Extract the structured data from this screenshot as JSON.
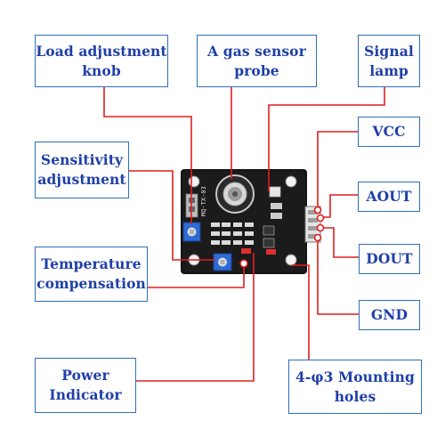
{
  "labels": {
    "load_adjustment_knob": "Load adjustment\nknob",
    "gas_sensor_probe": "A gas sensor\nprobe",
    "signal_lamp": "Signal\nlamp",
    "sensitivity_adjustment": "Sensitivity\nadjustment",
    "vcc": "VCC",
    "aout": "AOUT",
    "temperature_compensation": "Temperature\ncompensation",
    "dout": "DOUT",
    "gnd": "GND",
    "power_indicator": "Power\nIndicator",
    "mounting_holes": "4-φ3 Mounting\nholes"
  },
  "board": {
    "silkscreen": "MQ-TX-03"
  },
  "colors": {
    "label_text": "#1f3fa8",
    "label_border": "#2e6fb8",
    "leader_line": "#e01e1e",
    "pcb": "#141414"
  }
}
